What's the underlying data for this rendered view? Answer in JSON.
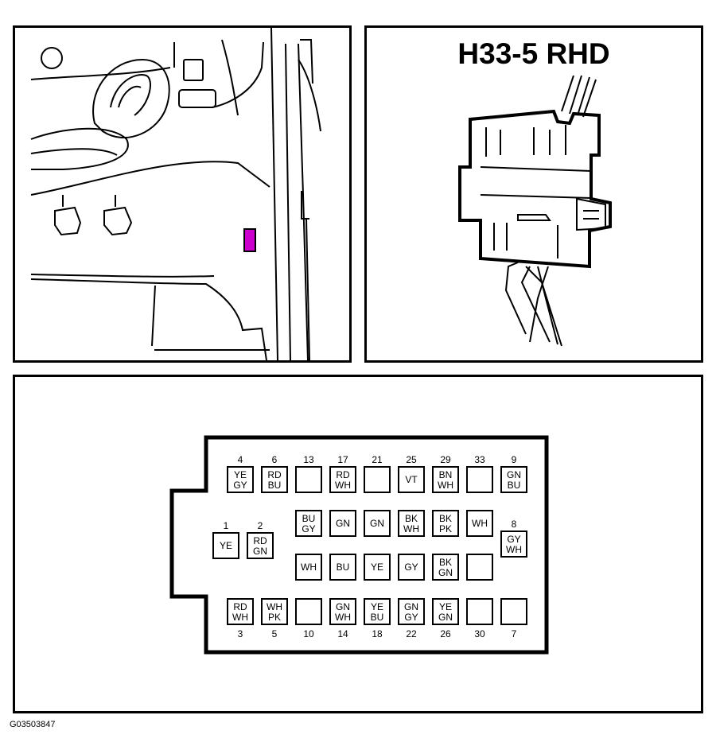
{
  "connector": {
    "title": "H33-5 RHD"
  },
  "figure_id": "G03503847",
  "location_marker_color": "#cc00cc",
  "pins": [
    {
      "num": "4",
      "wires": [
        "YE",
        "GY"
      ]
    },
    {
      "num": "6",
      "wires": [
        "RD",
        "BU"
      ]
    },
    {
      "num": "13",
      "wires": []
    },
    {
      "num": "17",
      "wires": [
        "RD",
        "WH"
      ]
    },
    {
      "num": "21",
      "wires": []
    },
    {
      "num": "25",
      "wires": [
        "VT"
      ]
    },
    {
      "num": "29",
      "wires": [
        "BN",
        "WH"
      ]
    },
    {
      "num": "33",
      "wires": []
    },
    {
      "num": "9",
      "wires": [
        "GN",
        "BU"
      ]
    },
    {
      "num": "",
      "wires": [
        "BU",
        "GY"
      ]
    },
    {
      "num": "",
      "wires": [
        "GN"
      ]
    },
    {
      "num": "",
      "wires": [
        "GN"
      ]
    },
    {
      "num": "",
      "wires": [
        "BK",
        "WH"
      ]
    },
    {
      "num": "",
      "wires": [
        "BK",
        "PK"
      ]
    },
    {
      "num": "",
      "wires": [
        "WH"
      ]
    },
    {
      "num": "1",
      "wires": [
        "YE"
      ]
    },
    {
      "num": "2",
      "wires": [
        "RD",
        "GN"
      ]
    },
    {
      "num": "8",
      "wires": [
        "GY",
        "WH"
      ]
    },
    {
      "num": "",
      "wires": [
        "WH"
      ]
    },
    {
      "num": "",
      "wires": [
        "BU"
      ]
    },
    {
      "num": "",
      "wires": [
        "YE"
      ]
    },
    {
      "num": "",
      "wires": [
        "GY"
      ]
    },
    {
      "num": "",
      "wires": [
        "BK",
        "GN"
      ]
    },
    {
      "num": "",
      "wires": []
    },
    {
      "num": "3",
      "wires": [
        "RD",
        "WH"
      ]
    },
    {
      "num": "5",
      "wires": [
        "WH",
        "PK"
      ]
    },
    {
      "num": "10",
      "wires": []
    },
    {
      "num": "14",
      "wires": [
        "GN",
        "WH"
      ]
    },
    {
      "num": "18",
      "wires": [
        "YE",
        "BU"
      ]
    },
    {
      "num": "22",
      "wires": [
        "GN",
        "GY"
      ]
    },
    {
      "num": "26",
      "wires": [
        "YE",
        "GN"
      ]
    },
    {
      "num": "30",
      "wires": []
    },
    {
      "num": "7",
      "wires": []
    }
  ]
}
